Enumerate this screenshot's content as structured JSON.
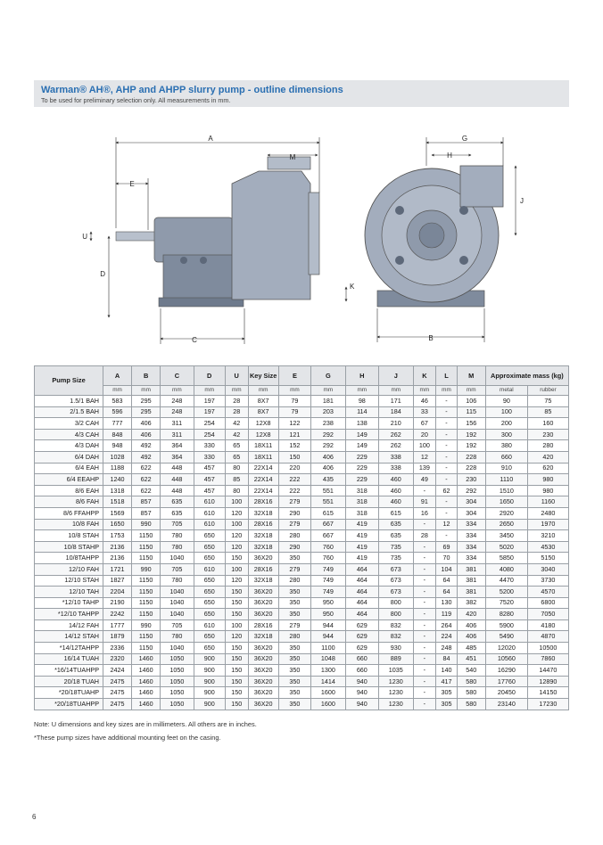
{
  "header": {
    "title": "Warman® AH®, AHP and AHPP slurry pump - outline dimensions",
    "subtitle": "To be used for preliminary selection only. All measurements in mm."
  },
  "drawing": {
    "labels": {
      "A": "A",
      "B": "B",
      "C": "C",
      "D": "D",
      "E": "E",
      "G": "G",
      "H": "H",
      "J": "J",
      "K": "K",
      "M": "M",
      "U": "U"
    }
  },
  "table": {
    "headers": {
      "pump_size": "Pump Size",
      "a": "A",
      "b": "B",
      "c": "C",
      "d": "D",
      "u": "U",
      "key_size": "Key Size",
      "e": "E",
      "g": "G",
      "h": "H",
      "j": "J",
      "k": "K",
      "l": "L",
      "m": "M",
      "mass": "Approximate mass (kg)"
    },
    "units": [
      "mm",
      "mm",
      "mm",
      "mm",
      "mm",
      "mm",
      "mm",
      "mm",
      "mm",
      "mm",
      "mm",
      "mm",
      "mm",
      "metal",
      "rubber"
    ],
    "rows": [
      [
        "1.5/1 BAH",
        "583",
        "295",
        "248",
        "197",
        "28",
        "8X7",
        "79",
        "181",
        "98",
        "171",
        "46",
        "-",
        "106",
        "90",
        "75"
      ],
      [
        "2/1.5 BAH",
        "596",
        "295",
        "248",
        "197",
        "28",
        "8X7",
        "79",
        "203",
        "114",
        "184",
        "33",
        "-",
        "115",
        "100",
        "85"
      ],
      [
        "3/2 CAH",
        "777",
        "406",
        "311",
        "254",
        "42",
        "12X8",
        "122",
        "238",
        "138",
        "210",
        "67",
        "-",
        "156",
        "200",
        "160"
      ],
      [
        "4/3 CAH",
        "848",
        "406",
        "311",
        "254",
        "42",
        "12X8",
        "121",
        "292",
        "149",
        "262",
        "20",
        "-",
        "192",
        "300",
        "230"
      ],
      [
        "4/3 DAH",
        "948",
        "492",
        "364",
        "330",
        "65",
        "18X11",
        "152",
        "292",
        "149",
        "262",
        "100",
        "-",
        "192",
        "380",
        "280"
      ],
      [
        "6/4 DAH",
        "1028",
        "492",
        "364",
        "330",
        "65",
        "18X11",
        "150",
        "406",
        "229",
        "338",
        "12",
        "-",
        "228",
        "660",
        "420"
      ],
      [
        "6/4 EAH",
        "1188",
        "622",
        "448",
        "457",
        "80",
        "22X14",
        "220",
        "406",
        "229",
        "338",
        "139",
        "-",
        "228",
        "910",
        "620"
      ],
      [
        "6/4 EEAHP",
        "1240",
        "622",
        "448",
        "457",
        "85",
        "22X14",
        "222",
        "435",
        "229",
        "460",
        "49",
        "-",
        "230",
        "1110",
        "980"
      ],
      [
        "8/6 EAH",
        "1318",
        "622",
        "448",
        "457",
        "80",
        "22X14",
        "222",
        "551",
        "318",
        "460",
        "-",
        "62",
        "292",
        "1510",
        "980"
      ],
      [
        "8/6 FAH",
        "1518",
        "857",
        "635",
        "610",
        "100",
        "28X16",
        "279",
        "551",
        "318",
        "460",
        "91",
        "-",
        "304",
        "1650",
        "1160"
      ],
      [
        "8/6 FFAHPP",
        "1569",
        "857",
        "635",
        "610",
        "120",
        "32X18",
        "290",
        "615",
        "318",
        "615",
        "16",
        "-",
        "304",
        "2920",
        "2480"
      ],
      [
        "10/8 FAH",
        "1650",
        "990",
        "705",
        "610",
        "100",
        "28X16",
        "279",
        "667",
        "419",
        "635",
        "-",
        "12",
        "334",
        "2650",
        "1970"
      ],
      [
        "10/8 STAH",
        "1753",
        "1150",
        "780",
        "650",
        "120",
        "32X18",
        "280",
        "667",
        "419",
        "635",
        "28",
        "-",
        "334",
        "3450",
        "3210"
      ],
      [
        "10/8 STAHP",
        "2136",
        "1150",
        "780",
        "650",
        "120",
        "32X18",
        "290",
        "760",
        "419",
        "735",
        "-",
        "69",
        "334",
        "5020",
        "4530"
      ],
      [
        "10/8TAHPP",
        "2136",
        "1150",
        "1040",
        "650",
        "150",
        "36X20",
        "350",
        "760",
        "419",
        "735",
        "-",
        "70",
        "334",
        "5850",
        "5150"
      ],
      [
        "12/10 FAH",
        "1721",
        "990",
        "705",
        "610",
        "100",
        "28X16",
        "279",
        "749",
        "464",
        "673",
        "-",
        "104",
        "381",
        "4080",
        "3040"
      ],
      [
        "12/10 STAH",
        "1827",
        "1150",
        "780",
        "650",
        "120",
        "32X18",
        "280",
        "749",
        "464",
        "673",
        "-",
        "64",
        "381",
        "4470",
        "3730"
      ],
      [
        "12/10 TAH",
        "2204",
        "1150",
        "1040",
        "650",
        "150",
        "36X20",
        "350",
        "749",
        "464",
        "673",
        "-",
        "64",
        "381",
        "5200",
        "4570"
      ],
      [
        "*12/10 TAHP",
        "2190",
        "1150",
        "1040",
        "650",
        "150",
        "36X20",
        "350",
        "950",
        "464",
        "800",
        "-",
        "130",
        "382",
        "7520",
        "6800"
      ],
      [
        "*12/10 TAHPP",
        "2242",
        "1150",
        "1040",
        "650",
        "150",
        "36X20",
        "350",
        "950",
        "464",
        "800",
        "-",
        "119",
        "420",
        "8280",
        "7050"
      ],
      [
        "14/12 FAH",
        "1777",
        "990",
        "705",
        "610",
        "100",
        "28X16",
        "279",
        "944",
        "629",
        "832",
        "-",
        "264",
        "406",
        "5900",
        "4180"
      ],
      [
        "14/12 STAH",
        "1879",
        "1150",
        "780",
        "650",
        "120",
        "32X18",
        "280",
        "944",
        "629",
        "832",
        "-",
        "224",
        "406",
        "5490",
        "4870"
      ],
      [
        "*14/12TAHPP",
        "2336",
        "1150",
        "1040",
        "650",
        "150",
        "36X20",
        "350",
        "1100",
        "629",
        "930",
        "-",
        "248",
        "485",
        "12020",
        "10500"
      ],
      [
        "16/14 TUAH",
        "2320",
        "1460",
        "1050",
        "900",
        "150",
        "36X20",
        "350",
        "1048",
        "660",
        "889",
        "-",
        "84",
        "451",
        "10560",
        "7860"
      ],
      [
        "*16/14TUAHPP",
        "2424",
        "1460",
        "1050",
        "900",
        "150",
        "36X20",
        "350",
        "1300",
        "660",
        "1035",
        "-",
        "140",
        "540",
        "16290",
        "14470"
      ],
      [
        "20/18 TUAH",
        "2475",
        "1460",
        "1050",
        "900",
        "150",
        "36X20",
        "350",
        "1414",
        "940",
        "1230",
        "-",
        "417",
        "580",
        "17760",
        "12890"
      ],
      [
        "*20/18TUAHP",
        "2475",
        "1460",
        "1050",
        "900",
        "150",
        "36X20",
        "350",
        "1600",
        "940",
        "1230",
        "-",
        "305",
        "580",
        "20450",
        "14150"
      ],
      [
        "*20/18TUAHPP",
        "2475",
        "1460",
        "1050",
        "900",
        "150",
        "36X20",
        "350",
        "1600",
        "940",
        "1230",
        "-",
        "305",
        "580",
        "23140",
        "17230"
      ]
    ]
  },
  "notes": {
    "note1": "Note: U dimensions and key sizes are in millimeters. All others are in inches.",
    "note2": "*These pump sizes have additional mounting feet on the casing."
  },
  "page_number": "6",
  "colors": {
    "accent": "#2a6fb2",
    "header_bg": "#e3e5e8",
    "pump_fill": "#9aa4b4",
    "pump_dark": "#6e7a8c"
  }
}
